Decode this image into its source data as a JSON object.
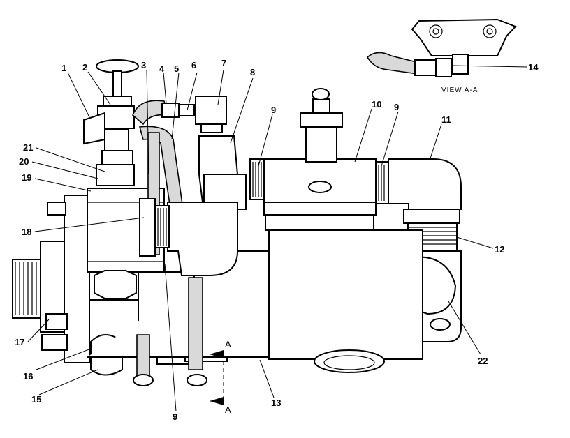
{
  "callouts": [
    "1",
    "2",
    "3",
    "4",
    "5",
    "6",
    "7",
    "8",
    "9",
    "10",
    "9",
    "11",
    "12",
    "14",
    "21",
    "20",
    "19",
    "18",
    "17",
    "16",
    "15",
    "9",
    "13",
    "22"
  ],
  "view_caption": "VIEW  A-A",
  "section_mark": "A",
  "colors": {
    "line": "#000000",
    "hose": "#d9d9d9",
    "background": "#ffffff"
  }
}
